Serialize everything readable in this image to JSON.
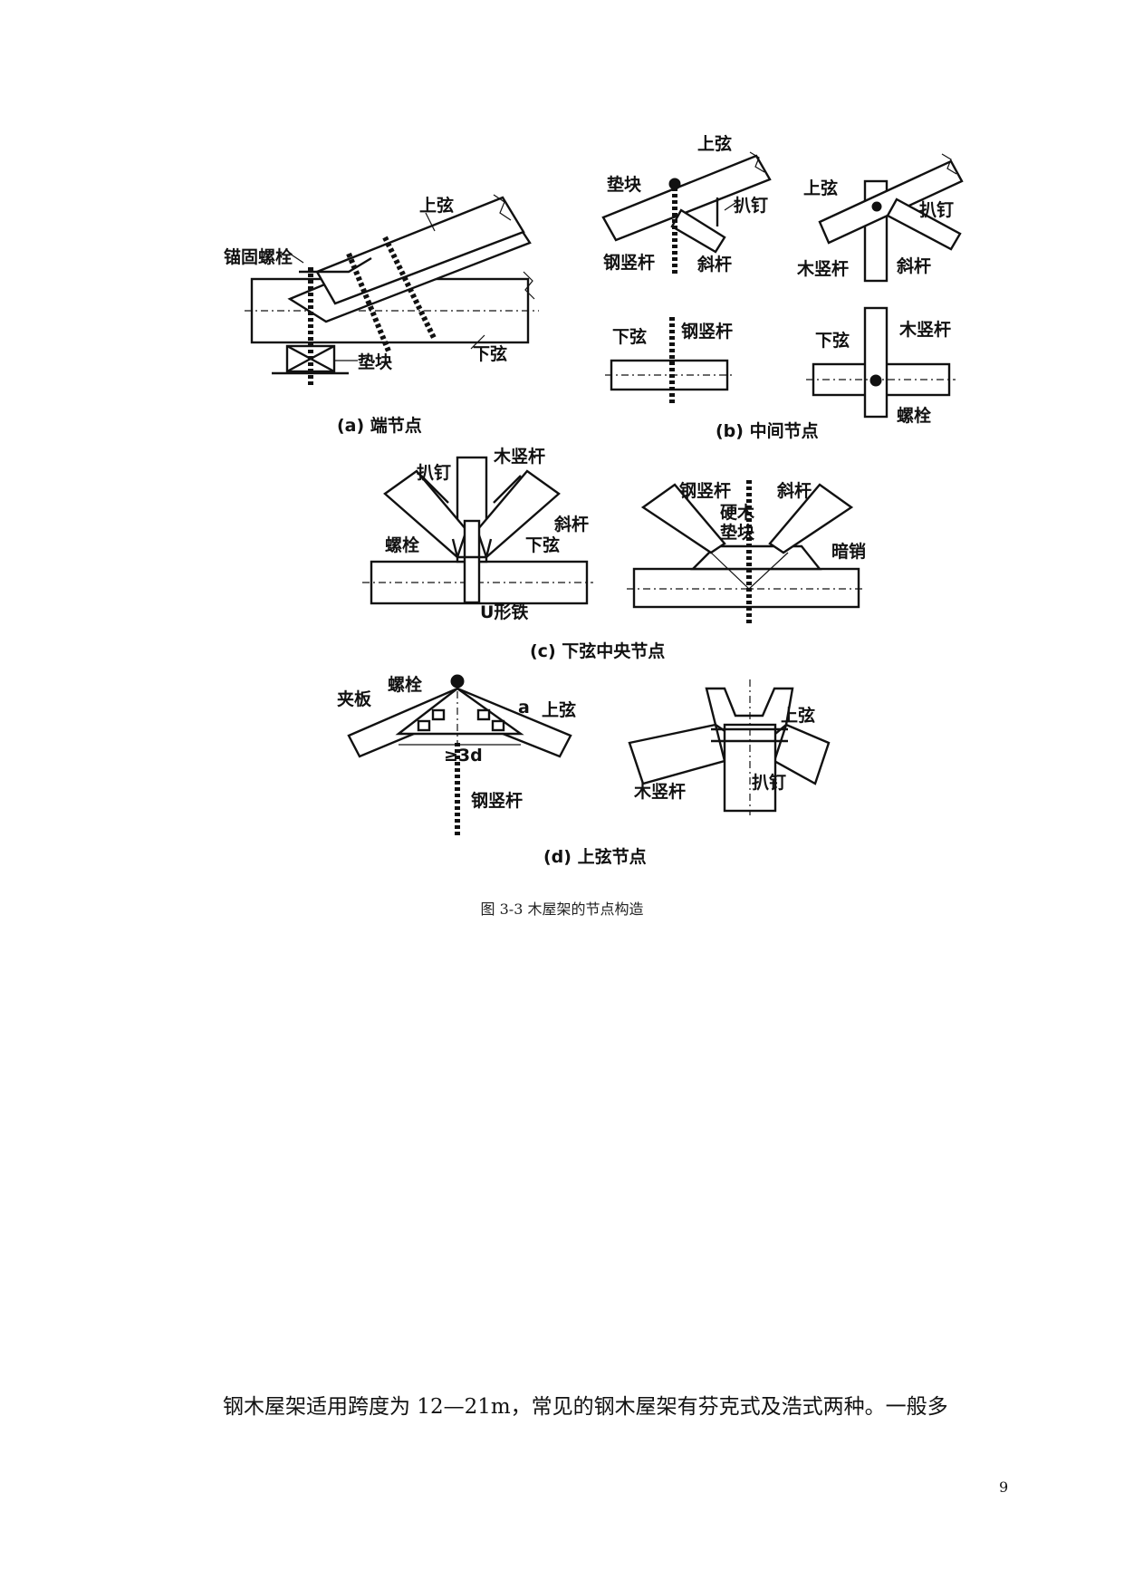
{
  "figure": {
    "caption": "图 3-3  木屋架的节点构造",
    "panel_a": {
      "caption": "(a) 端节点",
      "labels": {
        "top_chord": "上弦",
        "anchor_bolt": "锚固螺栓",
        "pad_block": "垫块",
        "bottom_chord": "下弦"
      }
    },
    "panel_b": {
      "caption": "(b)  中间节点",
      "labels": {
        "pad_block": "垫块",
        "top_chord_1": "上弦",
        "clamp_nail_1": "扒钉",
        "steel_vertical_1": "钢竖杆",
        "diagonal_1": "斜杆",
        "top_chord_2": "上弦",
        "clamp_nail_2": "扒钉",
        "wood_vertical_1": "木竖杆",
        "diagonal_2": "斜杆",
        "bottom_chord_1": "下弦",
        "steel_vertical_2": "钢竖杆",
        "bottom_chord_2": "下弦",
        "wood_vertical_2": "木竖杆",
        "bolt": "螺栓"
      }
    },
    "panel_c": {
      "caption": "(c) 下弦中央节点",
      "labels": {
        "clamp_nail": "扒钉",
        "wood_vertical": "木竖杆",
        "diagonal_1": "斜杆",
        "bolt": "螺栓",
        "bottom_chord": "下弦",
        "u_iron": "U形铁",
        "steel_vertical": "钢竖杆",
        "diagonal_2": "斜杆",
        "hardwood_1": "硬木",
        "hardwood_2": "垫块",
        "dark_pin": "暗销"
      }
    },
    "panel_d": {
      "caption": "(d) 上弦节点",
      "labels": {
        "splice_plate": "夹板",
        "bolt": "螺栓",
        "top_chord_1": "上弦",
        "dim": "≥3d",
        "dim_a": "a",
        "steel_vertical": "钢竖杆",
        "top_chord_2": "上弦",
        "wood_vertical": "木竖杆",
        "clamp_nail": "扒钉"
      }
    }
  },
  "body_text": "钢木屋架适用跨度为 12—21m，常见的钢木屋架有芬克式及浩式两种。一般多",
  "page_number": "9"
}
